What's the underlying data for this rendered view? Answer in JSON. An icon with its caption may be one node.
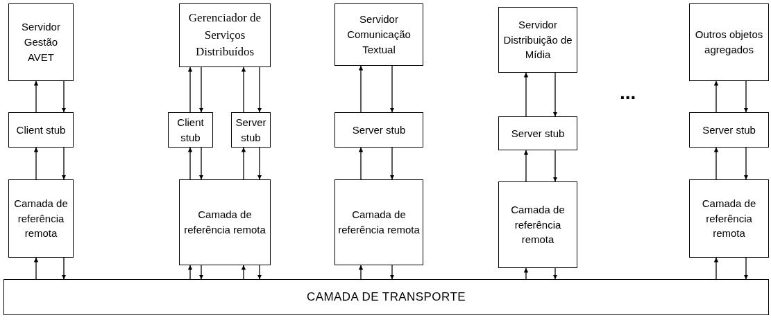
{
  "diagram": {
    "nodes": [
      {
        "text": [
          "Servidor Gestão AVET"
        ]
      },
      {
        "text": [
          "Client stub"
        ]
      },
      {
        "text": [
          "Camada de referência remota"
        ]
      },
      {
        "text": [
          "Gerenciador de Serviços Distribuídos"
        ]
      },
      {
        "text": [
          "Client stub"
        ]
      },
      {
        "text": [
          "Server stub"
        ]
      },
      {
        "text": [
          "Camada de referência remota"
        ]
      },
      {
        "text": [
          "Servidor Comunicação Textual"
        ]
      },
      {
        "text": [
          "Server stub"
        ]
      },
      {
        "text": [
          "Camada de referência remota"
        ]
      },
      {
        "text": [
          "Servidor Distribuição de Mídia"
        ]
      },
      {
        "text": [
          "Server stub"
        ]
      },
      {
        "text": [
          "Camada de referência remota"
        ]
      },
      {
        "text": [
          "Outros objetos agregados"
        ]
      },
      {
        "text": [
          "Server stub"
        ]
      },
      {
        "text": [
          "Camada de referência remota"
        ]
      },
      {
        "text": [
          "CAMADA DE TRANSPORTE"
        ]
      }
    ],
    "edges": [
      {
        "from": 1,
        "to": 0,
        "arrow": "to"
      },
      {
        "from": 0,
        "to": 1,
        "arrow": "to"
      },
      {
        "from": 2,
        "to": 1,
        "arrow": "to"
      },
      {
        "from": 1,
        "to": 2,
        "arrow": "to"
      },
      {
        "from": 16,
        "to": 2,
        "arrow": "to"
      },
      {
        "from": 2,
        "to": 16,
        "arrow": "to"
      },
      {
        "from": 4,
        "to": 3,
        "arrow": "to"
      },
      {
        "from": 3,
        "to": 4,
        "arrow": "to"
      },
      {
        "from": 5,
        "to": 3,
        "arrow": "to"
      },
      {
        "from": 3,
        "to": 5,
        "arrow": "to"
      },
      {
        "from": 6,
        "to": 4,
        "arrow": "to"
      },
      {
        "from": 4,
        "to": 6,
        "arrow": "to"
      },
      {
        "from": 6,
        "to": 5,
        "arrow": "to"
      },
      {
        "from": 5,
        "to": 6,
        "arrow": "to"
      },
      {
        "from": 16,
        "to": 6,
        "arrow": "to"
      },
      {
        "from": 6,
        "to": 16,
        "arrow": "to"
      },
      {
        "from": 16,
        "to": 6,
        "arrow": "to"
      },
      {
        "from": 6,
        "to": 16,
        "arrow": "to"
      },
      {
        "from": 8,
        "to": 7,
        "arrow": "to"
      },
      {
        "from": 7,
        "to": 8,
        "arrow": "to"
      },
      {
        "from": 9,
        "to": 8,
        "arrow": "to"
      },
      {
        "from": 8,
        "to": 9,
        "arrow": "to"
      },
      {
        "from": 16,
        "to": 9,
        "arrow": "to"
      },
      {
        "from": 9,
        "to": 16,
        "arrow": "to"
      },
      {
        "from": 11,
        "to": 10,
        "arrow": "to"
      },
      {
        "from": 10,
        "to": 11,
        "arrow": "to"
      },
      {
        "from": 12,
        "to": 11,
        "arrow": "to"
      },
      {
        "from": 11,
        "to": 12,
        "arrow": "to"
      },
      {
        "from": 16,
        "to": 12,
        "arrow": "to"
      },
      {
        "from": 12,
        "to": 16,
        "arrow": "to"
      },
      {
        "from": 14,
        "to": 13,
        "arrow": "to"
      },
      {
        "from": 13,
        "to": 14,
        "arrow": "to"
      },
      {
        "from": 15,
        "to": 14,
        "arrow": "to"
      },
      {
        "from": 14,
        "to": 15,
        "arrow": "to"
      },
      {
        "from": 16,
        "to": 15,
        "arrow": "to"
      },
      {
        "from": 15,
        "to": 16,
        "arrow": "to"
      }
    ],
    "labels": [
      "..."
    ]
  }
}
